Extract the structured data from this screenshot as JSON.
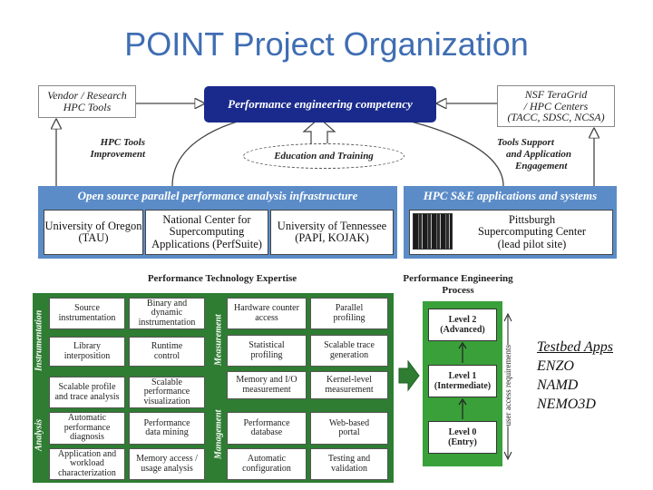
{
  "title": "POINT Project Organization",
  "top": {
    "vendor": [
      "Vendor / Research",
      "HPC Tools"
    ],
    "competency": "Performance engineering competency",
    "nsf": [
      "NSF TeraGrid",
      "/ HPC Centers",
      "(TACC, SDSC, NCSA)"
    ],
    "hpc_tools_improvement": [
      "HPC Tools",
      "Improvement"
    ],
    "education": "Education and Training",
    "tools_support": [
      "Tools Support",
      "and Application",
      "Engagement"
    ]
  },
  "infra": {
    "left_header": "Open source parallel performance analysis infrastructure",
    "right_header": "HPC S&E applications and systems",
    "institutions": [
      [
        "University of Oregon",
        "(TAU)"
      ],
      [
        "National Center for",
        "Supercomputing",
        "Applications (PerfSuite)"
      ],
      [
        "University of Tennessee",
        "(PAPI, KOJAK)"
      ],
      [
        "Pittsburgh",
        "Supercomputing Center",
        "(lead pilot site)"
      ]
    ]
  },
  "expertise": {
    "header": "Performance Technology Expertise",
    "labels": {
      "instrumentation": "Instrumentation",
      "measurement": "Measurement",
      "analysis": "Analysis",
      "management": "Management"
    },
    "cells": [
      [
        "Source",
        "instrumentation"
      ],
      [
        "Binary and",
        "dynamic",
        "instrumentation"
      ],
      [
        "Library",
        "interposition"
      ],
      [
        "Runtime",
        "control"
      ],
      [
        "Hardware counter",
        "access"
      ],
      [
        "Parallel",
        "profiling"
      ],
      [
        "Statistical",
        "profiling"
      ],
      [
        "Scalable trace",
        "generation"
      ],
      [
        "Memory and I/O",
        "measurement"
      ],
      [
        "Kernel-level",
        "measurement"
      ],
      [
        "Scalable profile",
        "and trace analysis"
      ],
      [
        "Scalable",
        "performance",
        "visualization"
      ],
      [
        "Automatic",
        "performance",
        "diagnosis"
      ],
      [
        "Performance",
        "data mining"
      ],
      [
        "Application and",
        "workload",
        "characterization"
      ],
      [
        "Memory access /",
        "usage analysis"
      ],
      [
        "Performance",
        "database"
      ],
      [
        "Web-based",
        "portal"
      ],
      [
        "Automatic",
        "configuration"
      ],
      [
        "Testing and",
        "validation"
      ]
    ]
  },
  "process": {
    "header": [
      "Performance Engineering",
      "Process"
    ],
    "levels": [
      [
        "Level 2",
        "(Advanced)"
      ],
      [
        "Level 1",
        "(Intermediate)"
      ],
      [
        "Level 0",
        "(Entry)"
      ]
    ],
    "axis_label": "user access requirements"
  },
  "testbed": [
    "Testbed Apps",
    "ENZO",
    "NAMD",
    "NEMO3D"
  ],
  "colors": {
    "title": "#3f6db3",
    "navy": "#1a2a8c",
    "blue": "#5b8cc8",
    "green": "#2e7d32",
    "lightgreen": "#3aa03a"
  }
}
